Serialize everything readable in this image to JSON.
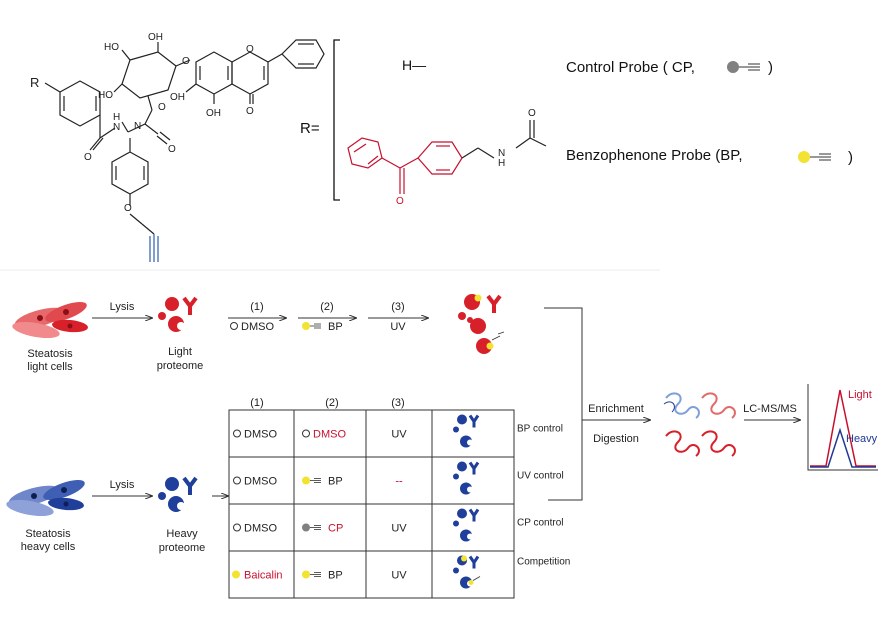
{
  "chemistry": {
    "r_group": "R",
    "oh_label": "OH",
    "ho_label": "HO",
    "o_label": "O",
    "n_label": "N",
    "h_label": "H",
    "r_equals": "R=",
    "hydrogen_option": "H—",
    "control_probe": "Control Probe ( CP,",
    "control_probe_close": ")",
    "benzophenone_probe": "Benzophenone Probe (BP,",
    "benzophenone_probe_close": ")"
  },
  "workflow": {
    "light": {
      "cells_label_1": "Steatosis",
      "cells_label_2": "light cells",
      "lysis": "Lysis",
      "proteome_1": "Light",
      "proteome_2": "proteome",
      "step1_num": "(1)",
      "step1_label": "DMSO",
      "step2_num": "(2)",
      "step2_label": "BP",
      "step3_num": "(3)",
      "step3_label": "UV"
    },
    "heavy": {
      "cells_label_1": "Steatosis",
      "cells_label_2": "heavy cells",
      "lysis": "Lysis",
      "proteome_1": "Heavy",
      "proteome_2": "proteome"
    },
    "table": {
      "headers": [
        "(1)",
        "(2)",
        "(3)"
      ],
      "rows": [
        {
          "c1": "DMSO",
          "c1_red": false,
          "c2": "DMSO",
          "c2_red": true,
          "c2_icon": "none",
          "c3": "UV",
          "c3_red": false,
          "label": "BP control"
        },
        {
          "c1": "DMSO",
          "c1_red": false,
          "c2": "BP",
          "c2_red": false,
          "c2_icon": "bp",
          "c3": "--",
          "c3_red": true,
          "label": "UV control"
        },
        {
          "c1": "DMSO",
          "c1_red": false,
          "c2": "CP",
          "c2_red": true,
          "c2_icon": "cp",
          "c3": "UV",
          "c3_red": false,
          "label": "CP control"
        },
        {
          "c1": "Baicalin",
          "c1_red": true,
          "c2": "BP",
          "c2_red": false,
          "c2_icon": "bp",
          "c3": "UV",
          "c3_red": false,
          "label": "Competition"
        }
      ]
    },
    "enrichment": "Enrichment",
    "digestion": "Digestion",
    "lcms": "LC-MS/MS",
    "spectrum": {
      "light_label": "Light",
      "heavy_label": "Heavy",
      "light_color": "#c8102e",
      "heavy_color": "#1f3a93"
    }
  },
  "colors": {
    "red_protein": "#d8202a",
    "blue_protein": "#1f3f9a",
    "probe_yellow": "#f2e232",
    "probe_gray": "#808080",
    "benzophenone_red": "#c8102e",
    "alkyne_blue": "#2b5fb0"
  }
}
